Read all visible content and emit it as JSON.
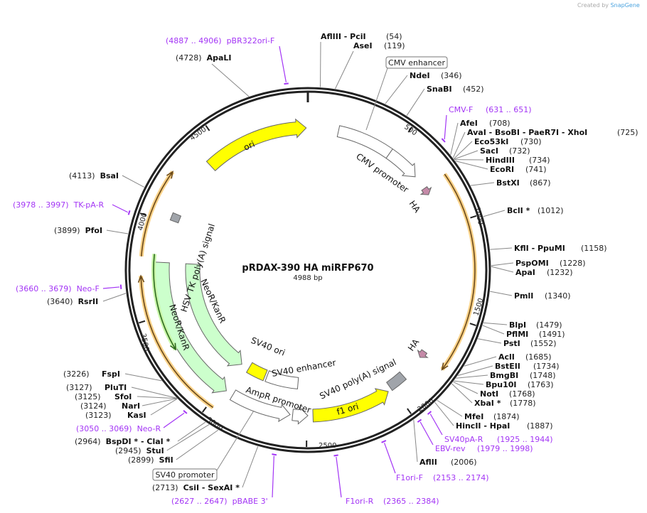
{
  "credit": {
    "text": "Created by",
    "brand": "SnapGene"
  },
  "map": {
    "name": "pRDAX-390    HA miRFP670",
    "length_label": "4988 bp",
    "length": 4988
  },
  "colors": {
    "primer": "#a335f5",
    "ring": "#222222",
    "yellow": "#ffff00",
    "green": "#ccffcc",
    "orange": "#f9c76b",
    "grey": "#a0a4aa",
    "pink": "#c58aa8"
  },
  "ticks": [
    "500",
    "1000",
    "1500",
    "2000",
    "2500",
    "3000",
    "3500",
    "4000",
    "4500"
  ],
  "enzymes": [
    {
      "name": "AflIII   - PciI",
      "pos": "(54)",
      "bp": 54
    },
    {
      "name": "AseI",
      "pos": "(119)",
      "bp": 119
    },
    {
      "name": "NdeI",
      "pos": "(346)",
      "bp": 346
    },
    {
      "name": "SnaBI",
      "pos": "(452)",
      "bp": 452
    },
    {
      "name": "AfeI",
      "pos": "(708)",
      "bp": 708
    },
    {
      "name": "AvaI   - BsoBI   - PaeR7I   - XhoI",
      "pos": "(725)",
      "bp": 725
    },
    {
      "name": "Eco53kI",
      "pos": "(730)",
      "bp": 730
    },
    {
      "name": "SacI",
      "pos": "(732)",
      "bp": 732
    },
    {
      "name": "HindIII",
      "pos": "(734)",
      "bp": 734
    },
    {
      "name": "EcoRI",
      "pos": "(741)",
      "bp": 741
    },
    {
      "name": "BstXI",
      "pos": "(867)",
      "bp": 867
    },
    {
      "name": "BclI *",
      "pos": "(1012)",
      "bp": 1012
    },
    {
      "name": "KflI   - PpuMI",
      "pos": "(1158)",
      "bp": 1158
    },
    {
      "name": "PspOMI",
      "pos": "(1228)",
      "bp": 1228
    },
    {
      "name": "ApaI",
      "pos": "(1232)",
      "bp": 1232
    },
    {
      "name": "PmlI",
      "pos": "(1340)",
      "bp": 1340
    },
    {
      "name": "BlpI",
      "pos": "(1479)",
      "bp": 1479
    },
    {
      "name": "PflMI",
      "pos": "(1491)",
      "bp": 1491
    },
    {
      "name": "PstI",
      "pos": "(1552)",
      "bp": 1552
    },
    {
      "name": "AclI",
      "pos": "(1685)",
      "bp": 1685
    },
    {
      "name": "BstEII",
      "pos": "(1734)",
      "bp": 1734
    },
    {
      "name": "BmgBI",
      "pos": "(1748)",
      "bp": 1748
    },
    {
      "name": "Bpu10I",
      "pos": "(1763)",
      "bp": 1763
    },
    {
      "name": "NotI",
      "pos": "(1768)",
      "bp": 1768
    },
    {
      "name": "XbaI *",
      "pos": "(1778)",
      "bp": 1778
    },
    {
      "name": "MfeI",
      "pos": "(1874)",
      "bp": 1874
    },
    {
      "name": "HincII   - HpaI",
      "pos": "(1887)",
      "bp": 1887
    },
    {
      "name": "AflII",
      "pos": "(2006)",
      "bp": 2006
    },
    {
      "name": "CsiI   - SexAI *",
      "pos": "(2713)",
      "bp": 2713
    },
    {
      "name": "SfiI",
      "pos": "(2899)",
      "bp": 2899
    },
    {
      "name": "StuI",
      "pos": "(2945)",
      "bp": 2945
    },
    {
      "name": "BspDI *  - ClaI *",
      "pos": "(2964)",
      "bp": 2964
    },
    {
      "name": "KasI",
      "pos": "(3123)",
      "bp": 3123
    },
    {
      "name": "NarI",
      "pos": "(3124)",
      "bp": 3124
    },
    {
      "name": "SfoI",
      "pos": "(3125)",
      "bp": 3125
    },
    {
      "name": "PluTI",
      "pos": "(3127)",
      "bp": 3127
    },
    {
      "name": "FspI",
      "pos": "(3226)",
      "bp": 3226
    },
    {
      "name": "RsrII",
      "pos": "(3640)",
      "bp": 3640
    },
    {
      "name": "PfoI",
      "pos": "(3899)",
      "bp": 3899
    },
    {
      "name": "BsaI",
      "pos": "(4113)",
      "bp": 4113
    },
    {
      "name": "ApaLI",
      "pos": "(4728)",
      "bp": 4728
    }
  ],
  "primers": [
    {
      "name": "CMV-F",
      "range": "(631 .. 651)",
      "start": 631,
      "end": 651
    },
    {
      "name": "SV40pA-R",
      "range": "(1925 .. 1944)",
      "start": 1925,
      "end": 1944
    },
    {
      "name": "EBV-rev",
      "range": "(1979 .. 1998)",
      "start": 1979,
      "end": 1998
    },
    {
      "name": "F1ori-F",
      "range": "(2153 .. 2174)",
      "start": 2153,
      "end": 2174
    },
    {
      "name": "F1ori-R",
      "range": "(2365 .. 2384)",
      "start": 2365,
      "end": 2384
    },
    {
      "name": "pBABE 3'",
      "range": "(2627 .. 2647)",
      "start": 2627,
      "end": 2647
    },
    {
      "name": "Neo-R",
      "range": "(3050 .. 3069)",
      "start": 3050,
      "end": 3069
    },
    {
      "name": "Neo-F",
      "range": "(3660 .. 3679)",
      "start": 3660,
      "end": 3679
    },
    {
      "name": "TK-pA-R",
      "range": "(3978 .. 3997)",
      "start": 3978,
      "end": 3997
    },
    {
      "name": "pBR322ori-F",
      "range": "(4887 .. 4906)",
      "start": 4887,
      "end": 4906
    }
  ],
  "features": [
    {
      "name": "ori",
      "start": 4392,
      "end": 4979,
      "dir": "cw",
      "color": "#ffff00"
    },
    {
      "name": "CMV enhancer",
      "start": 172,
      "end": 485,
      "dir": "none",
      "color": "#ffffff"
    },
    {
      "name": "CMV promoter",
      "start": 485,
      "end": 679,
      "dir": "cw",
      "color": "#ffffff"
    },
    {
      "name": "HA",
      "start": 762,
      "end": 804,
      "dir": "cw",
      "color": "#c58aa8"
    },
    {
      "name": "",
      "start": 761,
      "end": 1754,
      "dir": "cw",
      "color": "#f9c76b"
    },
    {
      "name": "HA",
      "start": 1732,
      "end": 1773,
      "dir": "cw",
      "color": "#c58aa8"
    },
    {
      "name": "SV40 poly(A) signal",
      "start": 1912,
      "end": 2009,
      "dir": "none",
      "color": "#a0a4aa"
    },
    {
      "name": "f1 ori",
      "start": 2030,
      "end": 2466,
      "dir": "ccw",
      "color": "#ffff00"
    },
    {
      "name": "",
      "start": 2494,
      "end": 2577,
      "dir": "ccw",
      "color": "#ffffff"
    },
    {
      "name": "AmpR promoter",
      "start": 2591,
      "end": 2923,
      "dir": "ccw",
      "color": "#ffffff"
    },
    {
      "name": "SV40 enhancer",
      "start": 2563,
      "end": 2785,
      "dir": "none",
      "color": "#ffffff"
    },
    {
      "name": "SV40 ori",
      "start": 2799,
      "end": 2923,
      "dir": "none",
      "color": "#ffff00"
    },
    {
      "name": "NeoR/KanR",
      "start": 2965,
      "end": 3782,
      "dir": "ccw",
      "color": "#ccffcc"
    },
    {
      "name": "NeoR/KanR",
      "start": 2979,
      "end": 3782,
      "dir": "ccw",
      "color": "#ccffcc"
    },
    {
      "name": "",
      "start": 2973,
      "end": 3713,
      "dir": "cw",
      "color": "#f9c76b"
    },
    {
      "name": "",
      "start": 3806,
      "end": 4240,
      "dir": "cw",
      "color": "#f9c76b"
    },
    {
      "name": "",
      "start": 3311,
      "end": 3824,
      "dir": "ccw",
      "color": "#9be37a"
    },
    {
      "name": "HSV TK poly(A) signal",
      "start": 4018,
      "end": 4060,
      "dir": "none",
      "color": "#a0a4aa"
    }
  ],
  "boxes": [
    {
      "name": "CMV enhancer"
    },
    {
      "name": "SV40 promoter"
    }
  ]
}
